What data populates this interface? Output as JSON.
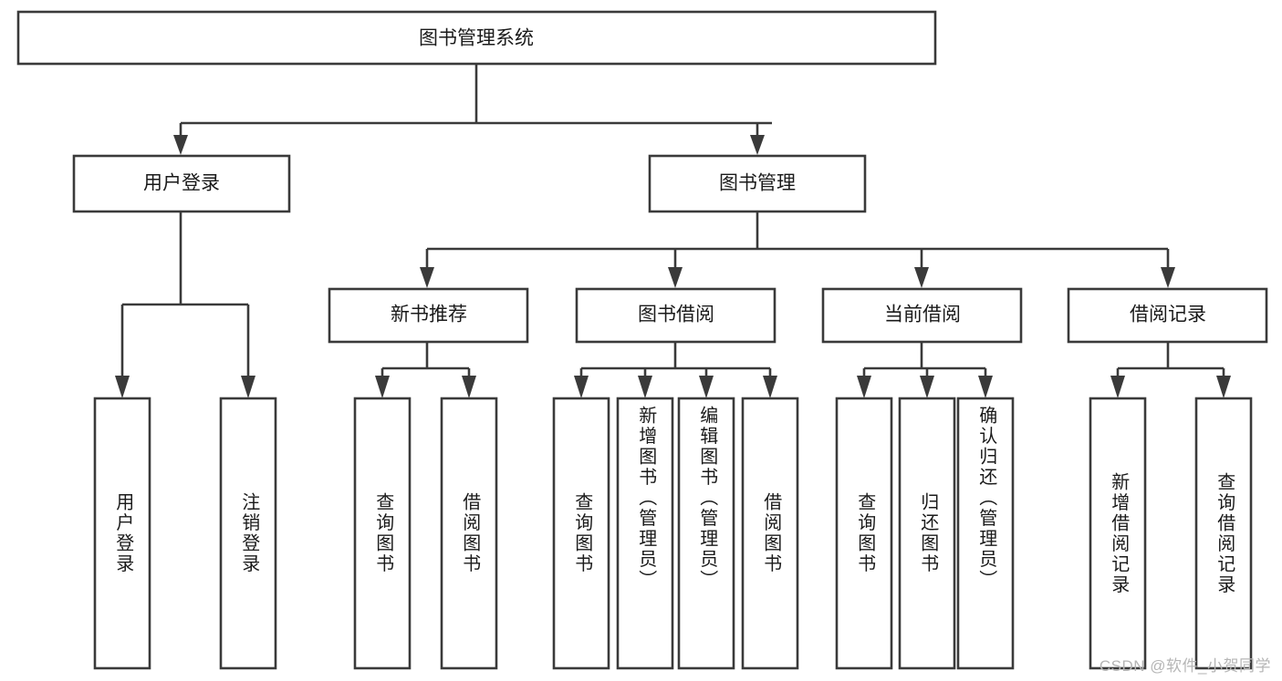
{
  "diagram": {
    "title": "图书管理系统",
    "type": "hierarchy-tree",
    "levels": 4,
    "root": {
      "id": "root",
      "label": "图书管理系统",
      "orientation": "horizontal"
    },
    "level2": [
      {
        "id": "user-login",
        "label": "用户登录",
        "orientation": "horizontal"
      },
      {
        "id": "book-management",
        "label": "图书管理",
        "orientation": "horizontal"
      }
    ],
    "level3": [
      {
        "id": "new-book-recommend",
        "label": "新书推荐",
        "orientation": "horizontal",
        "parent": "book-management"
      },
      {
        "id": "book-borrow",
        "label": "图书借阅",
        "orientation": "horizontal",
        "parent": "book-management"
      },
      {
        "id": "current-borrow",
        "label": "当前借阅",
        "orientation": "horizontal",
        "parent": "book-management"
      },
      {
        "id": "borrow-record",
        "label": "借阅记录",
        "orientation": "horizontal",
        "parent": "book-management"
      }
    ],
    "leaves": [
      {
        "id": "leaf-user-login",
        "label": "用户登录",
        "parent": "user-login",
        "orientation": "vertical"
      },
      {
        "id": "leaf-user-logout",
        "label": "注销登录",
        "parent": "user-login",
        "orientation": "vertical"
      },
      {
        "id": "leaf-query-book-1",
        "label": "查询图书",
        "parent": "new-book-recommend",
        "orientation": "vertical"
      },
      {
        "id": "leaf-borrow-book-1",
        "label": "借阅图书",
        "parent": "new-book-recommend",
        "orientation": "vertical"
      },
      {
        "id": "leaf-query-book-2",
        "label": "查询图书",
        "parent": "book-borrow",
        "orientation": "vertical"
      },
      {
        "id": "leaf-add-book",
        "label": "新增图书（管理员）",
        "parent": "book-borrow",
        "orientation": "vertical"
      },
      {
        "id": "leaf-edit-book",
        "label": "编辑图书（管理员）",
        "parent": "book-borrow",
        "orientation": "vertical"
      },
      {
        "id": "leaf-borrow-book-2",
        "label": "借阅图书",
        "parent": "book-borrow",
        "orientation": "vertical"
      },
      {
        "id": "leaf-query-book-3",
        "label": "查询图书",
        "parent": "current-borrow",
        "orientation": "vertical"
      },
      {
        "id": "leaf-return-book",
        "label": "归还图书",
        "parent": "current-borrow",
        "orientation": "vertical"
      },
      {
        "id": "leaf-confirm-return",
        "label": "确认归还（管理员）",
        "parent": "current-borrow",
        "orientation": "vertical"
      },
      {
        "id": "leaf-add-record",
        "label": "新增借阅记录",
        "parent": "borrow-record",
        "orientation": "vertical"
      },
      {
        "id": "leaf-query-record",
        "label": "查询借阅记录",
        "parent": "borrow-record",
        "orientation": "vertical"
      }
    ],
    "colors": {
      "stroke": "#3a3a3a",
      "fill": "#ffffff",
      "text": "#1a1a1a",
      "watermark": "#b6b6b6"
    }
  },
  "watermark": {
    "text": "CSDN @软件_小贺同学"
  }
}
